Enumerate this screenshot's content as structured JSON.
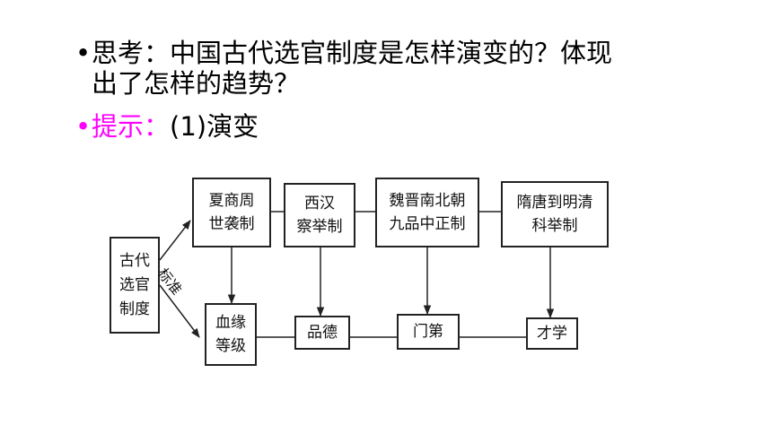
{
  "slide": {
    "question_label": "思考：",
    "question_line1": "中国古代选官制度是怎样演变的？体现",
    "question_line2": "出了怎样的趋势？",
    "hint_label": "提示：",
    "hint_text": "(1)演变"
  },
  "diagram": {
    "root": [
      "古代",
      "选官",
      "制度"
    ],
    "edge_label": "标准",
    "systems": [
      [
        "夏商周",
        "世袭制"
      ],
      [
        "西汉",
        "察举制"
      ],
      [
        "魏晋南北朝",
        "九品中正制"
      ],
      [
        "隋唐到明清",
        "科举制"
      ]
    ],
    "standards": [
      [
        "血缘",
        "等级"
      ],
      [
        "品德"
      ],
      [
        "门第"
      ],
      [
        "才学"
      ]
    ]
  },
  "colors": {
    "hint": "#ff00ff",
    "text": "#000000",
    "line": "#222222"
  }
}
